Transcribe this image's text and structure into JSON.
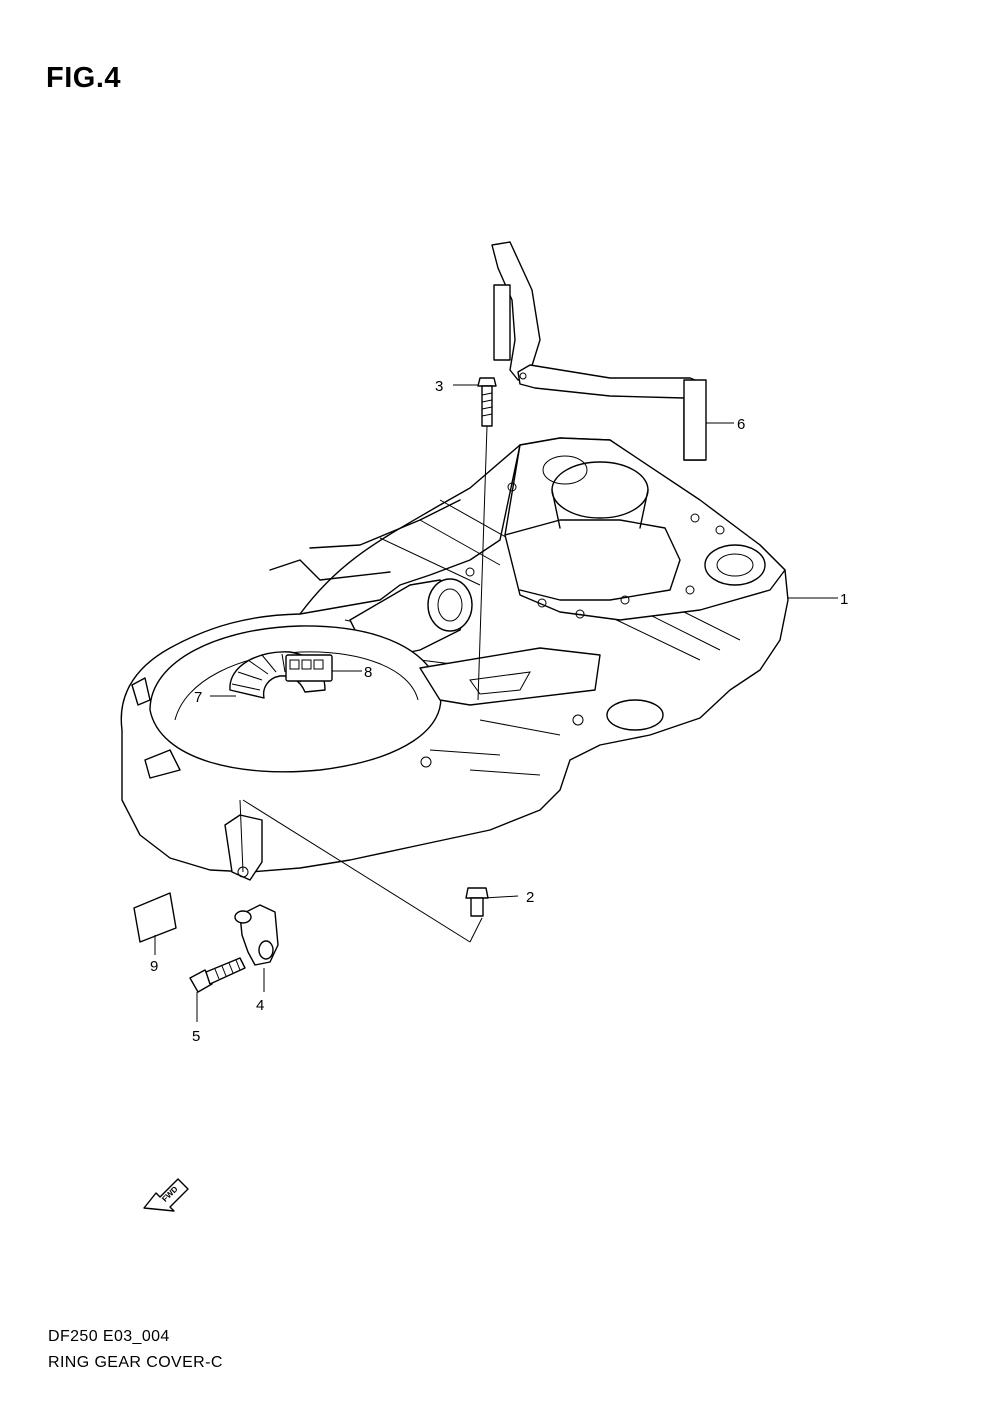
{
  "figure": {
    "title": "FIG.4"
  },
  "footer": {
    "code": "DF250 E03_004",
    "name": "RING GEAR COVER-C"
  },
  "callouts": [
    {
      "id": "1",
      "label": "1"
    },
    {
      "id": "2",
      "label": "2"
    },
    {
      "id": "3",
      "label": "3"
    },
    {
      "id": "4",
      "label": "4"
    },
    {
      "id": "5",
      "label": "5"
    },
    {
      "id": "6",
      "label": "6"
    },
    {
      "id": "7",
      "label": "7"
    },
    {
      "id": "8",
      "label": "8"
    },
    {
      "id": "9",
      "label": "9"
    }
  ],
  "direction_arrow": {
    "label": "FWD",
    "icon": "forward-arrow-icon"
  }
}
